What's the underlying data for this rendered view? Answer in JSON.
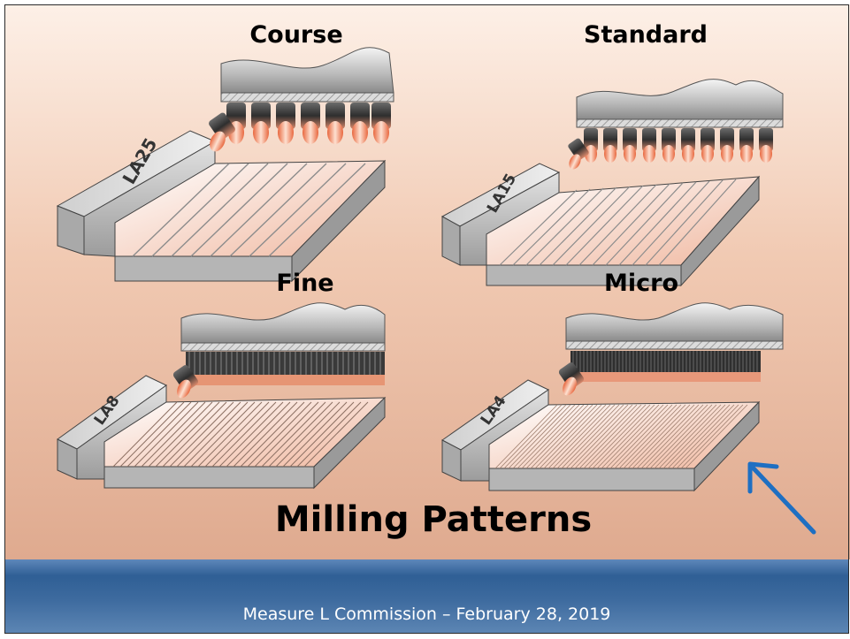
{
  "slide": {
    "panels": [
      {
        "label": "Course",
        "drum_code": "LA25"
      },
      {
        "label": "Standard",
        "drum_code": "LA15"
      },
      {
        "label": "Fine",
        "drum_code": "LA8"
      },
      {
        "label": "Micro",
        "drum_code": "LA4"
      }
    ],
    "title": "Milling Patterns",
    "footer": "Measure L Commission – February 28, 2019"
  }
}
